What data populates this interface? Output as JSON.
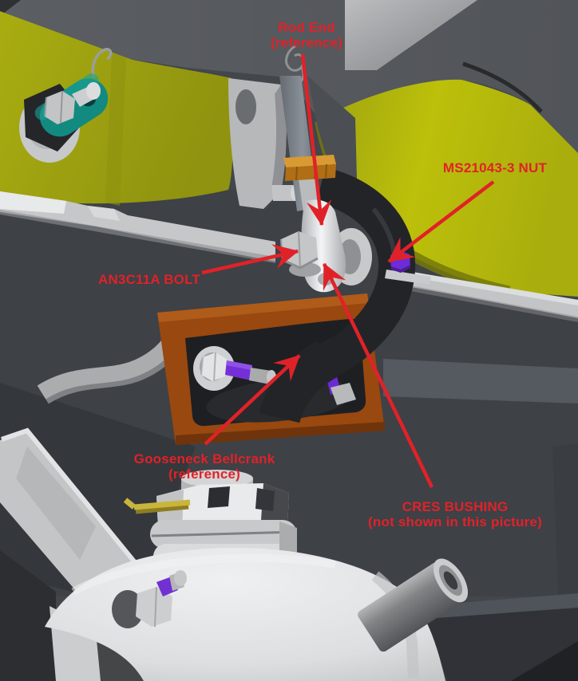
{
  "annotations": {
    "rod_end": {
      "line1": "Rod End",
      "line2": "(reference)"
    },
    "ms_nut": {
      "label": "MS21043-3 NUT"
    },
    "an_bolt": {
      "label": "AN3C11A BOLT"
    },
    "gooseneck": {
      "line1": "Gooseneck Bellcrank",
      "line2": "(reference)"
    },
    "cres_bushing": {
      "line1": "CRES BUSHING",
      "line2": "(not shown in this picture)"
    }
  },
  "colors": {
    "annotation_red": "#e02228",
    "panel_yellow_left": "#a2a611",
    "panel_yellow_right": "#b8bc0b",
    "panel_gray_top": "#575a5e",
    "panel_gray_dark": "#3e4146",
    "plate_orange": "#99480f",
    "bellcrank_black": "#232428",
    "fastener_purple": "#7130d2",
    "bracket_teal": "#128a80",
    "jam_nut_brass": "#c07a1c",
    "cotter_pin_yellow": "#c9b53c",
    "metal_light": "#c9cacc",
    "dome_white": "#e6e7e9"
  }
}
